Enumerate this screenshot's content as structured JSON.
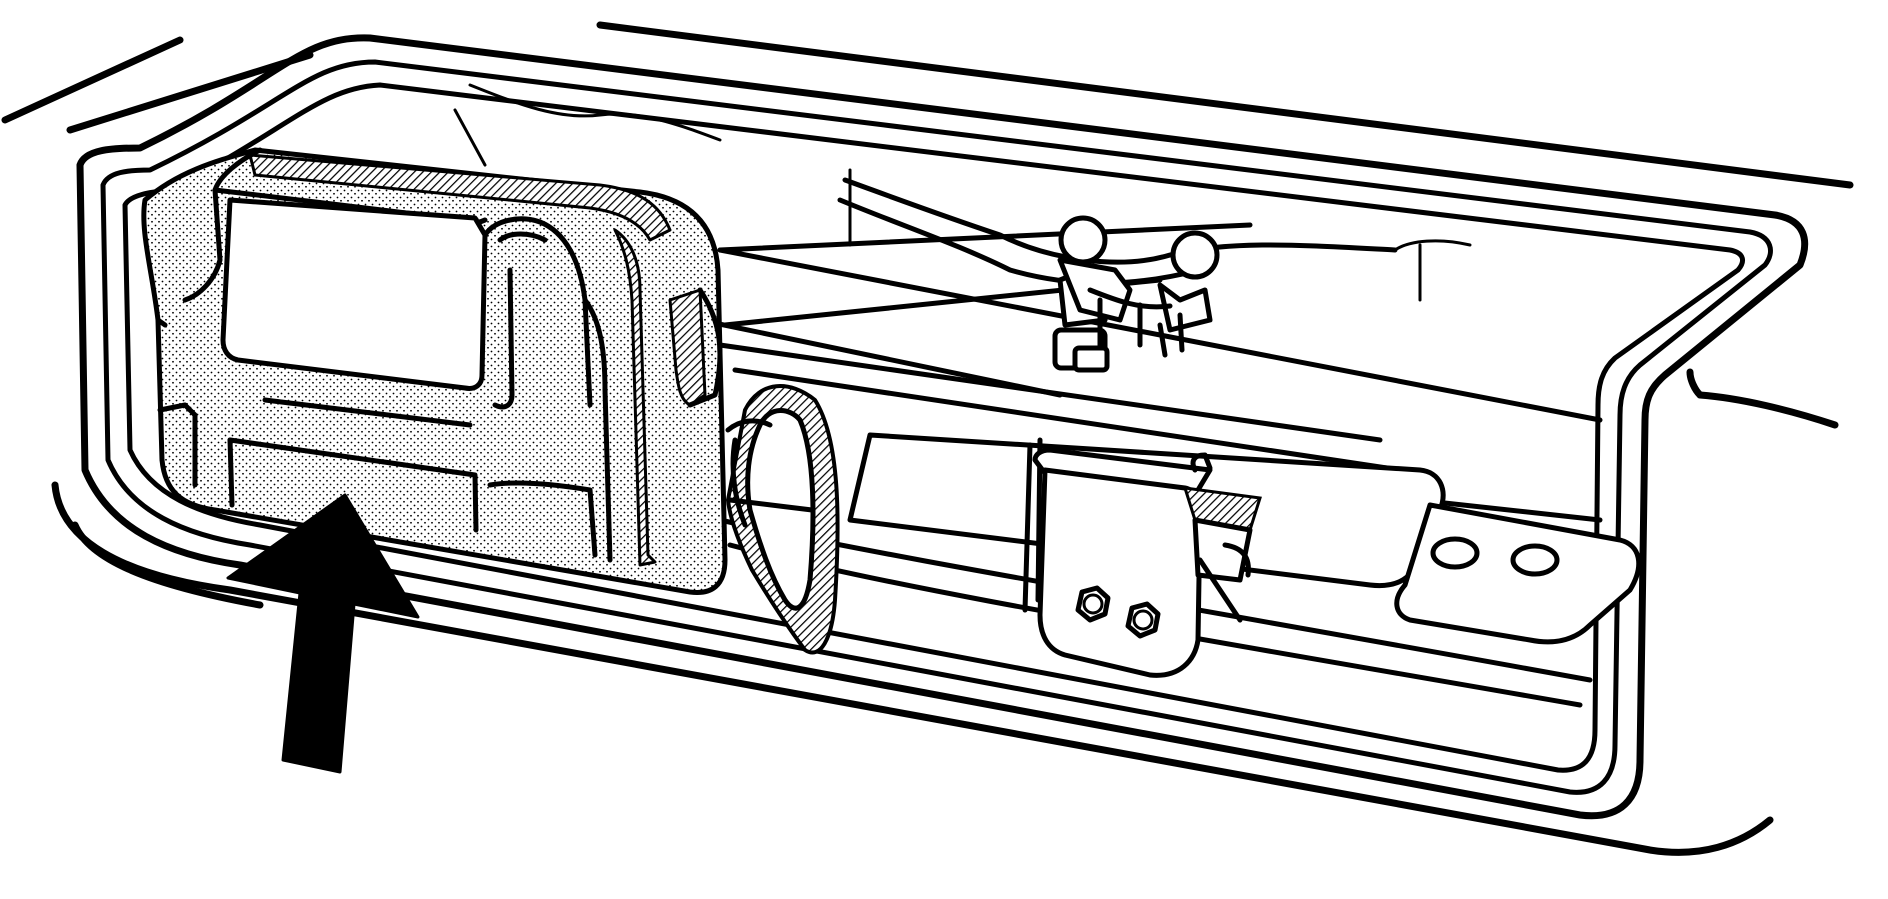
{
  "figure": {
    "colors": {
      "line": "#000000",
      "background": "#ffffff",
      "stipple": "#000000"
    },
    "parts": [
      "vehicle-body-panel",
      "storage-compartment",
      "tool-bag",
      "strap",
      "scissor-jack",
      "jack-mounting-bracket",
      "bolt",
      "callout-arrow"
    ],
    "callout": {
      "icon": "arrow-up-icon",
      "points_to": "tool-bag"
    }
  }
}
